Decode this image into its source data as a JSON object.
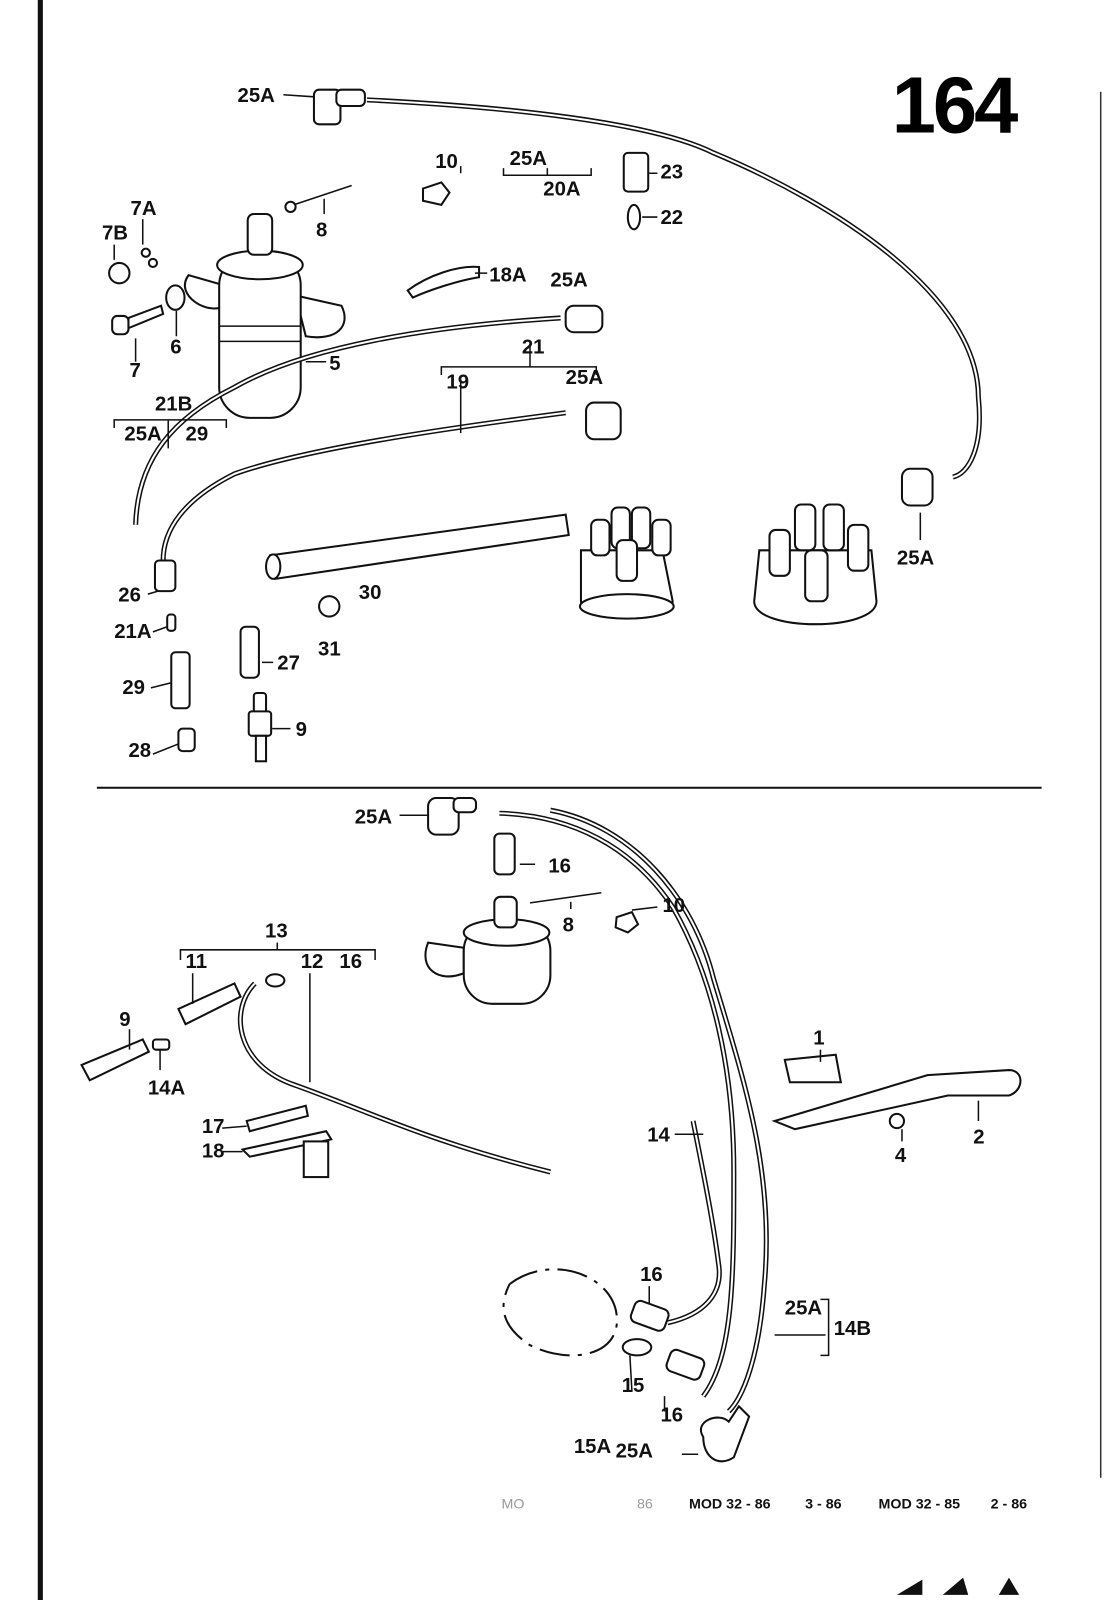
{
  "page_number": "164",
  "callouts": [
    "25A",
    "10",
    "25A",
    "20A",
    "23",
    "22",
    "7A",
    "7B",
    "8",
    "18A",
    "25A",
    "7",
    "6",
    "5",
    "21",
    "19",
    "25A",
    "21B",
    "25A",
    "29",
    "25A",
    "26",
    "30",
    "21A",
    "31",
    "27",
    "29",
    "9",
    "28",
    "25A",
    "16",
    "10",
    "8",
    "13",
    "11",
    "12",
    "16",
    "9",
    "14A",
    "1",
    "17",
    "18",
    "14",
    "2",
    "4",
    "16",
    "25A",
    "14B",
    "15",
    "16",
    "15A",
    "25A"
  ],
  "footer": {
    "faint_prefix": "MO",
    "faint_date": "86",
    "model_1": "MOD 32 - 86",
    "date_1": "3 - 86",
    "model_2": "MOD 32 - 85",
    "date_2": "2 - 86"
  }
}
